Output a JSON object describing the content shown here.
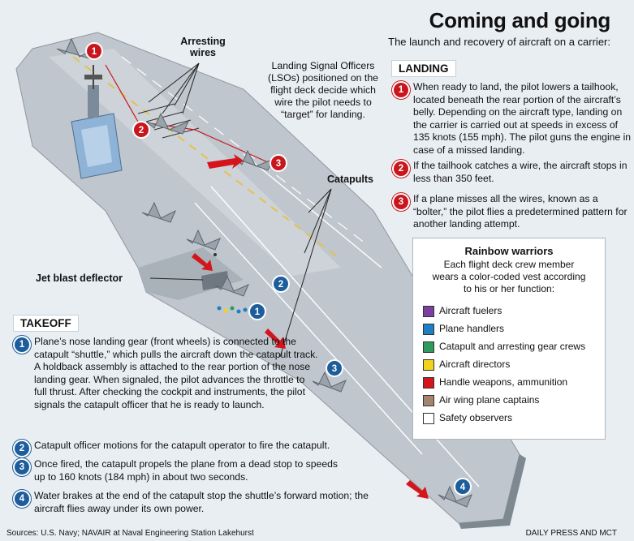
{
  "title": "Coming and going",
  "subtitle": "The launch and recovery of aircraft on a carrier:",
  "callouts": {
    "arresting_wires": "Arresting wires",
    "lso": [
      "Landing Signal Officers",
      "(LSOs) positioned on the",
      "flight deck decide which",
      "wire the pilot needs to",
      "“target” for landing."
    ],
    "catapults": "Catapults",
    "jet_blast": "Jet blast deflector"
  },
  "landing": {
    "heading": "LANDING",
    "steps": [
      {
        "num": "1",
        "text": "When ready to land, the pilot lowers a tailhook, located beneath the rear portion of the aircraft’s belly. Depending on the aircraft type, landing on the carrier is carried out at speeds in excess of 135 knots (155 mph). The pilot guns the engine in case of a missed landing."
      },
      {
        "num": "2",
        "text": "If the tailhook catches a wire, the aircraft stops in less than 350 feet."
      },
      {
        "num": "3",
        "text": "If a plane misses all the wires, known as a “bolter,” the pilot flies a predetermined pattern for another landing attempt."
      }
    ]
  },
  "takeoff": {
    "heading": "TAKEOFF",
    "steps": [
      {
        "num": "1",
        "text": "Plane’s nose landing gear (front wheels) is connected to the catapult “shuttle,” which pulls the aircraft down the catapult track. A holdback assembly is attached to the rear portion of the nose landing gear. When signaled, the pilot advances the throttle to full thrust. After checking the cockpit and instruments, the pilot signals the catapult officer that he is ready to launch."
      },
      {
        "num": "2",
        "text": "Catapult officer motions for the catapult operator to fire the catapult."
      },
      {
        "num": "3",
        "text": "Once fired, the catapult propels the plane from a dead stop to speeds up to 160 knots (184 mph) in about two seconds."
      },
      {
        "num": "4",
        "text": "Water brakes at the end of the catapult stop the shuttle’s forward motion; the aircraft flies away under its own power."
      }
    ]
  },
  "legend": {
    "title": "Rainbow warriors",
    "subtitle": "Each flight deck crew member wears a color-coded vest according to his or her function:",
    "items": [
      {
        "label": "Aircraft fuelers",
        "color": "#7a3fa0"
      },
      {
        "label": "Plane handlers",
        "color": "#1f7fc4"
      },
      {
        "label": "Catapult and arresting gear crews",
        "color": "#2e9a5e"
      },
      {
        "label": "Aircraft directors",
        "color": "#f2d21a"
      },
      {
        "label": "Handle weapons, ammunition",
        "color": "#d4161c"
      },
      {
        "label": "Air wing plane captains",
        "color": "#a38470"
      },
      {
        "label": "Safety observers",
        "color": "#ffffff"
      }
    ]
  },
  "markers": {
    "red": [
      "1",
      "2",
      "3"
    ],
    "blue": [
      "1",
      "2",
      "3",
      "4"
    ]
  },
  "footer": {
    "sources": "Sources: U.S. Navy; NAVAIR at Naval Engineering Station Lakehurst",
    "credit": "DAILY PRESS AND MCT"
  }
}
